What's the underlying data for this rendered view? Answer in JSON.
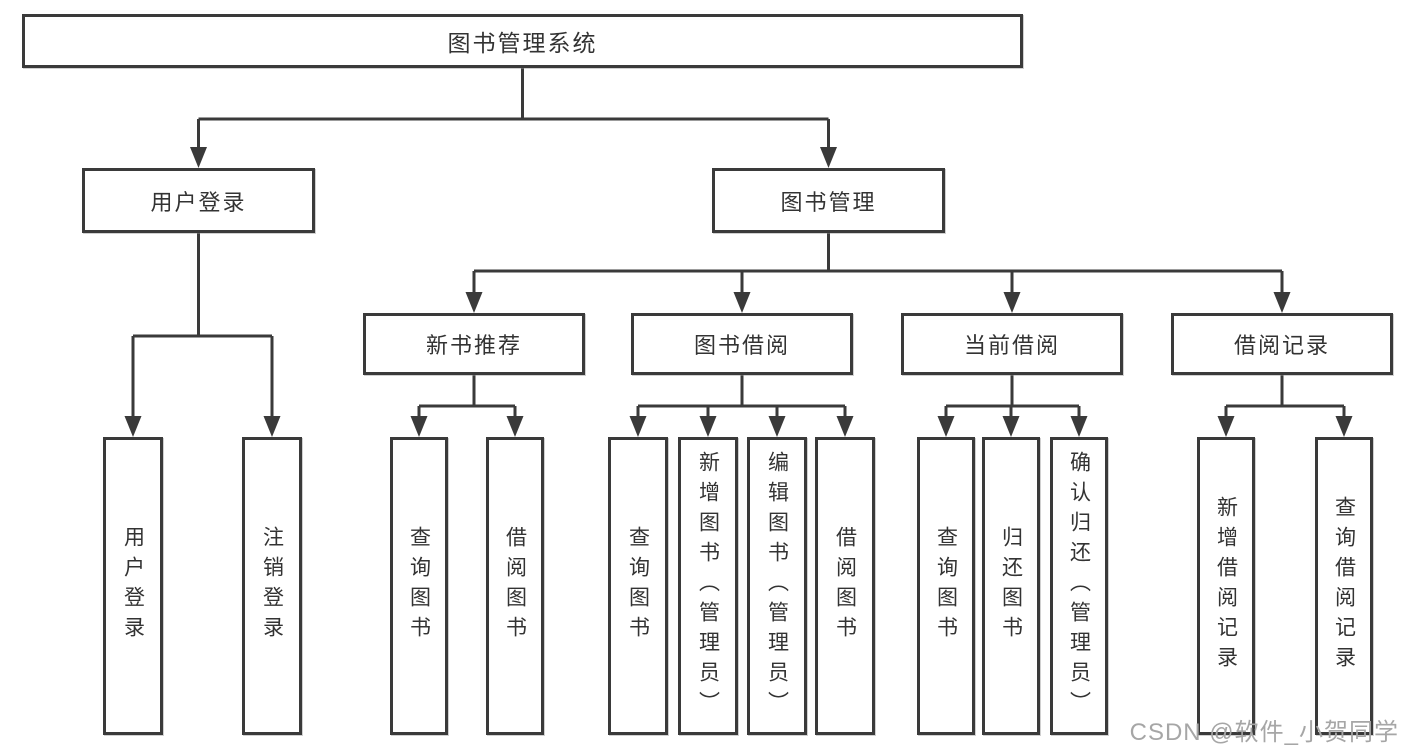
{
  "diagram": {
    "type": "hierarchy-tree",
    "title": "图书管理系统",
    "nodes": {
      "root": {
        "label": "图书管理系统",
        "level": 1
      },
      "user_login": {
        "label": "用户登录",
        "level": 2
      },
      "book_mgmt": {
        "label": "图书管理",
        "level": 2
      },
      "new_book_rec": {
        "label": "新书推荐",
        "level": 3
      },
      "book_borrow": {
        "label": "图书借阅",
        "level": 3
      },
      "current_borrow": {
        "label": "当前借阅",
        "level": 3
      },
      "borrow_records": {
        "label": "借阅记录",
        "level": 3
      },
      "login": {
        "label": "用户登录",
        "level": 4
      },
      "logout": {
        "label": "注销登录",
        "level": 4
      },
      "nb_query": {
        "label": "查询图书",
        "level": 4
      },
      "nb_borrow": {
        "label": "借阅图书",
        "level": 4
      },
      "bb_query": {
        "label": "查询图书",
        "level": 4
      },
      "bb_add": {
        "label": "新增图书（管理员）",
        "level": 4
      },
      "bb_edit": {
        "label": "编辑图书（管理员）",
        "level": 4
      },
      "bb_borrow": {
        "label": "借阅图书",
        "level": 4
      },
      "cb_query": {
        "label": "查询图书",
        "level": 4
      },
      "cb_return": {
        "label": "归还图书",
        "level": 4
      },
      "cb_confirm": {
        "label": "确认归还（管理员）",
        "level": 4
      },
      "br_add": {
        "label": "新增借阅记录",
        "level": 4
      },
      "br_query": {
        "label": "查询借阅记录",
        "level": 4
      }
    },
    "hierarchy": {
      "图书管理系统": {
        "用户登录": [
          "用户登录",
          "注销登录"
        ],
        "图书管理": {
          "新书推荐": [
            "查询图书",
            "借阅图书"
          ],
          "图书借阅": [
            "查询图书",
            "新增图书（管理员）",
            "编辑图书（管理员）",
            "借阅图书"
          ],
          "当前借阅": [
            "查询图书",
            "归还图书",
            "确认归还（管理员）"
          ],
          "借阅记录": [
            "新增借阅记录",
            "查询借阅记录"
          ]
        }
      }
    }
  },
  "watermark": {
    "text": "CSDN @软件_小贺同学"
  },
  "colors": {
    "line": "#3a3a3a",
    "box_border": "#3a3a3a",
    "text": "#333333",
    "watermark": "#a6a6a6",
    "background": "#ffffff"
  }
}
